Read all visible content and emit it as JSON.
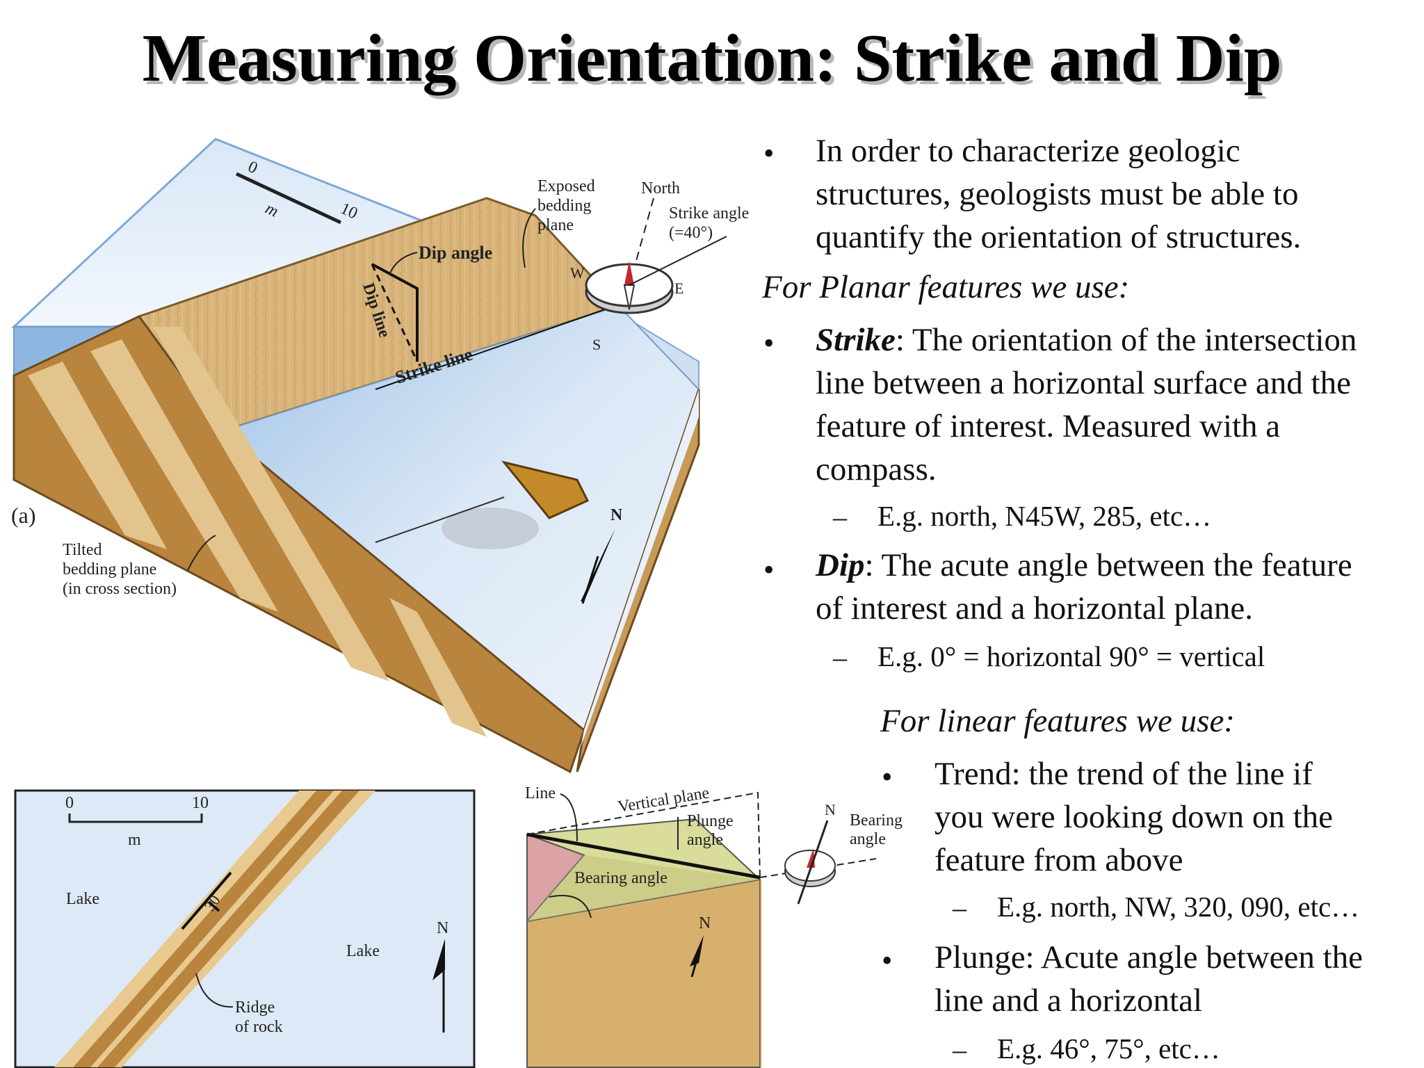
{
  "title": "Measuring Orientation: Strike and Dip",
  "figure_a": {
    "panel_label": "(a)",
    "scale_zero": "0",
    "scale_unit": "m",
    "scale_ten": "10",
    "exposed_label_1": "Exposed",
    "exposed_label_2": "bedding",
    "exposed_label_3": "plane",
    "north_label": "North",
    "strike_angle_1": "Strike angle",
    "strike_angle_2": "(=40°)",
    "dip_angle": "Dip angle",
    "dip_line": "Dip line",
    "strike_line": "Strike line",
    "compass_w": "W",
    "compass_e": "E",
    "compass_s": "S",
    "arrow_n": "N",
    "tilted_1": "Tilted",
    "tilted_2": "bedding plane",
    "tilted_3": "(in cross section)"
  },
  "figure_b": {
    "scale_zero": "0",
    "scale_ten": "10",
    "scale_unit": "m",
    "lake_left": "Lake",
    "lake_right": "Lake",
    "dip_value": "30",
    "ridge_1": "Ridge",
    "ridge_2": "of rock",
    "arrow_n": "N"
  },
  "figure_c": {
    "line_label": "Line",
    "vertical_plane": "Vertical plane",
    "plunge_1": "Plunge",
    "plunge_2": "angle",
    "bearing_angle_inner": "Bearing angle",
    "compass_n": "N",
    "bearing_1": "Bearing",
    "bearing_2": "angle",
    "arrow_n": "N"
  },
  "text": {
    "b1_l1": "In order to characterize geologic",
    "b1_l2": "structures, geologists must be able to",
    "b1_l3": "quantify the orientation of structures.",
    "planar_heading": "For Planar features we use:",
    "strike_term": "Strike",
    "strike_l1_rest": ": The orientation of the intersection",
    "strike_l2": "line between a horizontal surface and the",
    "strike_l3": "feature of interest. Measured with a",
    "strike_l4": "compass.",
    "strike_example": "E.g. north, N45W, 285, etc…",
    "dip_term": "Dip",
    "dip_l1_rest": ": The acute angle between the feature",
    "dip_l2": "of interest and a horizontal plane.",
    "dip_example": "E.g. 0° = horizontal 90° = vertical",
    "linear_heading": "For linear features we use:",
    "trend_l1": "Trend: the trend of the line if",
    "trend_l2": "you were looking down on the",
    "trend_l3": "feature from above",
    "trend_example": "E.g. north, NW, 320, 090, etc…",
    "plunge_l1": "Plunge: Acute angle between the",
    "plunge_l2": "line and a  horizontal",
    "plunge_example": "E.g. 46°, 75°, etc…",
    "bullet": "•",
    "dash": "–"
  }
}
